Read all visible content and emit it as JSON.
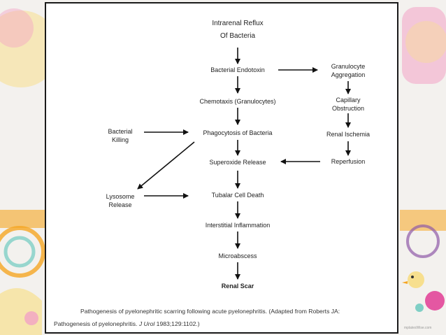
{
  "theme": {
    "background": "#f3f1ee",
    "accent_pink": "#f3a3c6",
    "accent_yellow": "#f7df8e",
    "accent_orange": "#f5a623",
    "accent_teal": "#7fcfc5",
    "accent_purple": "#8e5aa8",
    "diagram_line": "#111111"
  },
  "diagram": {
    "nodes": {
      "reflux_line1": "Intrarenal  Reflux",
      "reflux_line2": "Of Bacteria",
      "endotoxin": "Bacterial  Endotoxin",
      "chemotaxis": "Chemotaxis (Granulocytes)",
      "phagocytosis": "Phagocytosis of Bacteria",
      "superoxide": "Superoxide Release",
      "tubular_death": "Tubalar  Cell  Death",
      "interstitial": "Interstitial  Inflammation",
      "microabscess": "Microabscess",
      "renal_scar": "Renal Scar",
      "granulocyte_line1": "Granulocyte",
      "granulocyte_line2": "Aggregation",
      "capillary_line1": "Capillary",
      "capillary_line2": "Obstruction",
      "ischemia": "Renal  Ischemia",
      "reperfusion": "Reperfusion",
      "killing_line1": "Bacterial",
      "killing_line2": "Killing",
      "lysosome_line1": "Lysosome",
      "lysosome_line2": "Release"
    },
    "caption": {
      "line1": "Pathogenesis of pyelonephritic scarring following acute pyelonephritis. (Adapted from Roberts JA:",
      "line2_prefix": "Pathogenesis of pyelonephritis. ",
      "journal": "J Urol",
      "line2_suffix": " 1983;129:1102.)"
    }
  },
  "branding": {
    "watermark": "mplatesWise.com"
  }
}
